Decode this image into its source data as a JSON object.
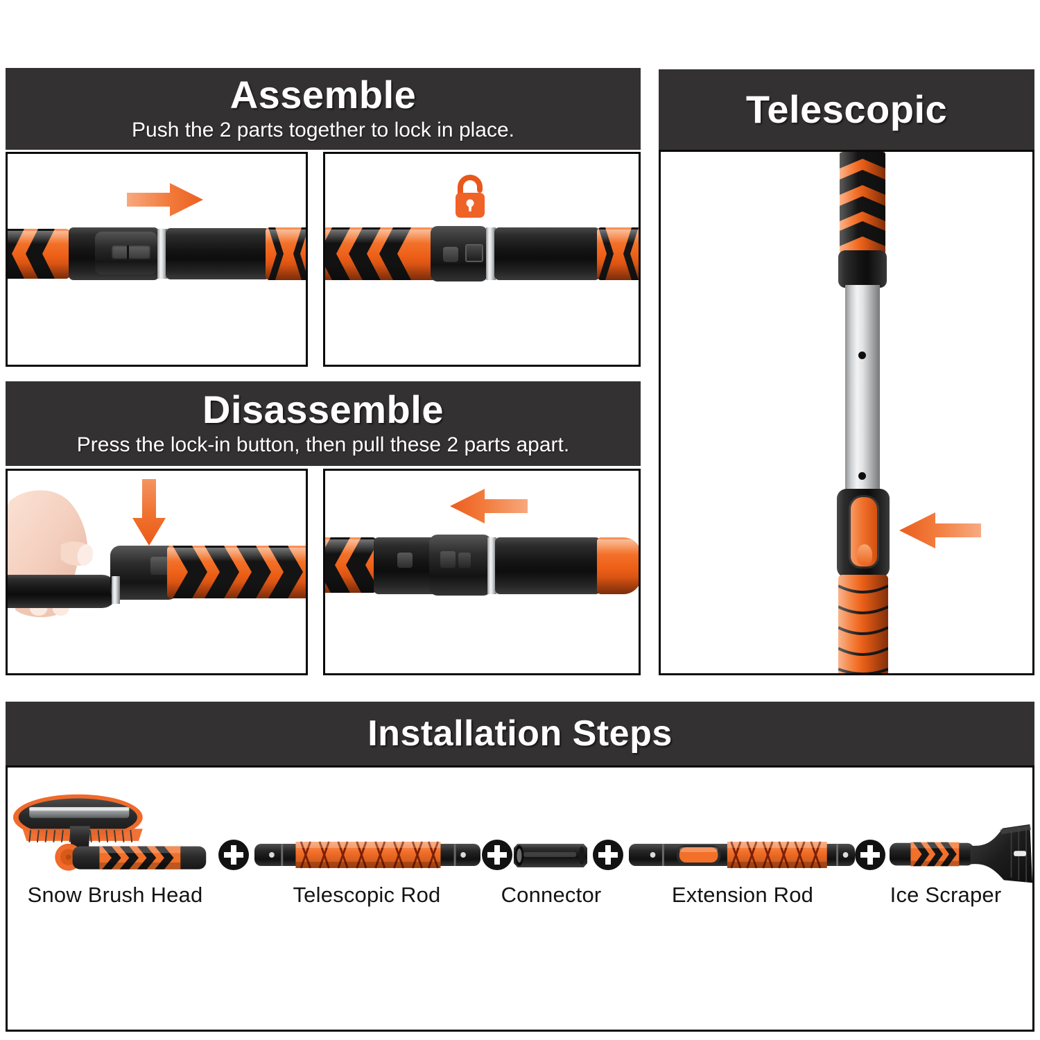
{
  "colors": {
    "banner_bg": "#333132",
    "banner_text": "#ffffff",
    "panel_border": "#0a0a0a",
    "orange": "#ED6225",
    "orange_light": "#F59266",
    "orange_grip": "#F2702A",
    "black": "#111111",
    "silver": "#C9CCCE",
    "page_bg": "#ffffff",
    "label_text": "#141414"
  },
  "sections": {
    "assemble": {
      "title": "Assemble",
      "subtitle": "Push the 2 parts together to lock in place.",
      "panels": [
        {
          "name": "assemble-step-1",
          "arrow": "arrow-right",
          "lock": null
        },
        {
          "name": "assemble-step-2",
          "arrow": null,
          "lock": "unlocked-padlock-icon"
        }
      ]
    },
    "disassemble": {
      "title": "Disassemble",
      "subtitle": "Press the lock-in button, then pull these 2 parts apart.",
      "panels": [
        {
          "name": "disassemble-step-1",
          "arrow": "arrow-down",
          "hand": true
        },
        {
          "name": "disassemble-step-2",
          "arrow": "arrow-left",
          "hand": false
        }
      ]
    },
    "telescopic": {
      "title": "Telescopic",
      "arrow": "arrow-left"
    },
    "installation": {
      "title": "Installation Steps",
      "separator": "plus-icon",
      "parts": [
        {
          "label": "Snow Brush Head",
          "icon": "snow-brush-head"
        },
        {
          "label": "Telescopic Rod",
          "icon": "telescopic-rod"
        },
        {
          "label": "Connector",
          "icon": "connector"
        },
        {
          "label": "Extension Rod",
          "icon": "extension-rod"
        },
        {
          "label": "Ice Scraper",
          "icon": "ice-scraper"
        }
      ]
    }
  }
}
